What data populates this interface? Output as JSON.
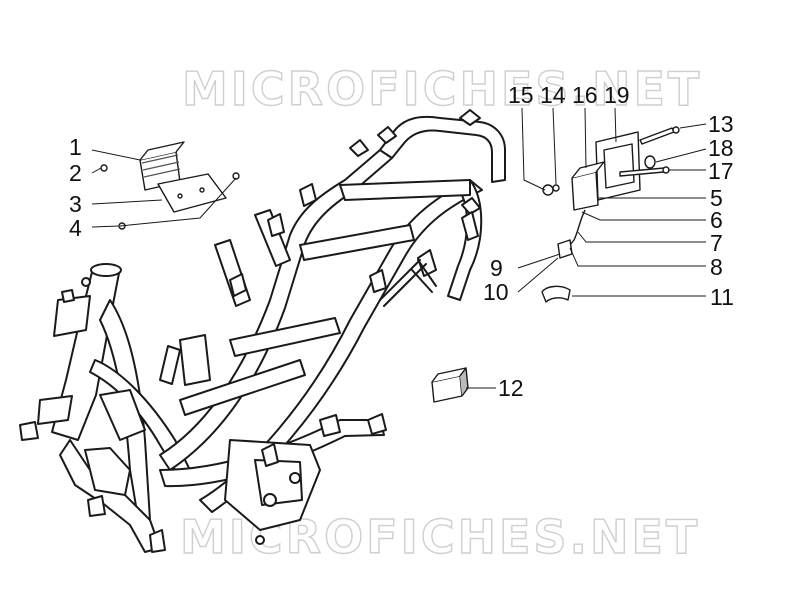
{
  "watermark": {
    "text": "MICROFICHES.NET"
  },
  "callouts": [
    {
      "id": "1",
      "label": "1"
    },
    {
      "id": "2",
      "label": "2"
    },
    {
      "id": "3",
      "label": "3"
    },
    {
      "id": "4",
      "label": "4"
    },
    {
      "id": "5",
      "label": "5"
    },
    {
      "id": "6",
      "label": "6"
    },
    {
      "id": "7",
      "label": "7"
    },
    {
      "id": "8",
      "label": "8"
    },
    {
      "id": "9",
      "label": "9"
    },
    {
      "id": "10",
      "label": "10"
    },
    {
      "id": "11",
      "label": "11"
    },
    {
      "id": "12",
      "label": "12"
    },
    {
      "id": "13",
      "label": "13"
    },
    {
      "id": "14",
      "label": "14"
    },
    {
      "id": "15",
      "label": "15"
    },
    {
      "id": "16",
      "label": "16"
    },
    {
      "id": "17",
      "label": "17"
    },
    {
      "id": "18",
      "label": "18"
    },
    {
      "id": "19",
      "label": "19"
    }
  ],
  "colors": {
    "line": "#1a1a1a",
    "part_fill": "#ffffff",
    "shade": "#9a9a9a",
    "watermark": "#cfcfcf"
  }
}
